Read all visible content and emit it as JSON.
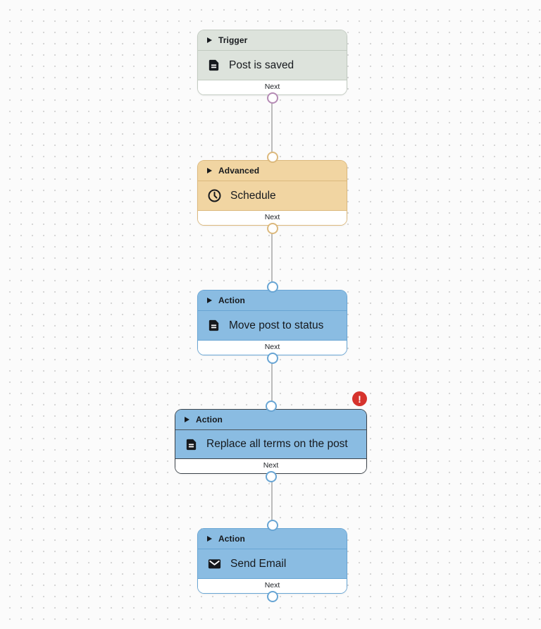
{
  "canvas": {
    "background": "#fbfbfb",
    "dot_color": "#d6d6d6",
    "edge_color": "#bbbbbb"
  },
  "nodes": [
    {
      "category": "Trigger",
      "title": "Post is saved",
      "icon": "document-icon",
      "next_label": "Next",
      "scheme": "trigger",
      "selected": false,
      "has_error": false
    },
    {
      "category": "Advanced",
      "title": "Schedule",
      "icon": "clock-icon",
      "next_label": "Next",
      "scheme": "advanced",
      "selected": false,
      "has_error": false
    },
    {
      "category": "Action",
      "title": "Move post to status",
      "icon": "document-icon",
      "next_label": "Next",
      "scheme": "action",
      "selected": false,
      "has_error": false
    },
    {
      "category": "Action",
      "title": "Replace all terms on the post",
      "icon": "document-icon",
      "next_label": "Next",
      "scheme": "action",
      "selected": true,
      "has_error": true
    },
    {
      "category": "Action",
      "title": "Send Email",
      "icon": "email-icon",
      "next_label": "Next",
      "scheme": "action",
      "selected": false,
      "has_error": false
    }
  ],
  "error_badge": {
    "symbol": "!",
    "color": "#d6332d"
  },
  "colors": {
    "trigger_fill": "#dde3dc",
    "trigger_border": "#c2cbc1",
    "trigger_port": "#b58bb5",
    "advanced_fill": "#f1d5a2",
    "advanced_border": "#dcb97d",
    "action_fill": "#8abce2",
    "action_border": "#68a5d4",
    "selected_border": "#3c434a",
    "text": "#16191d",
    "footer_bg": "#ffffff"
  }
}
